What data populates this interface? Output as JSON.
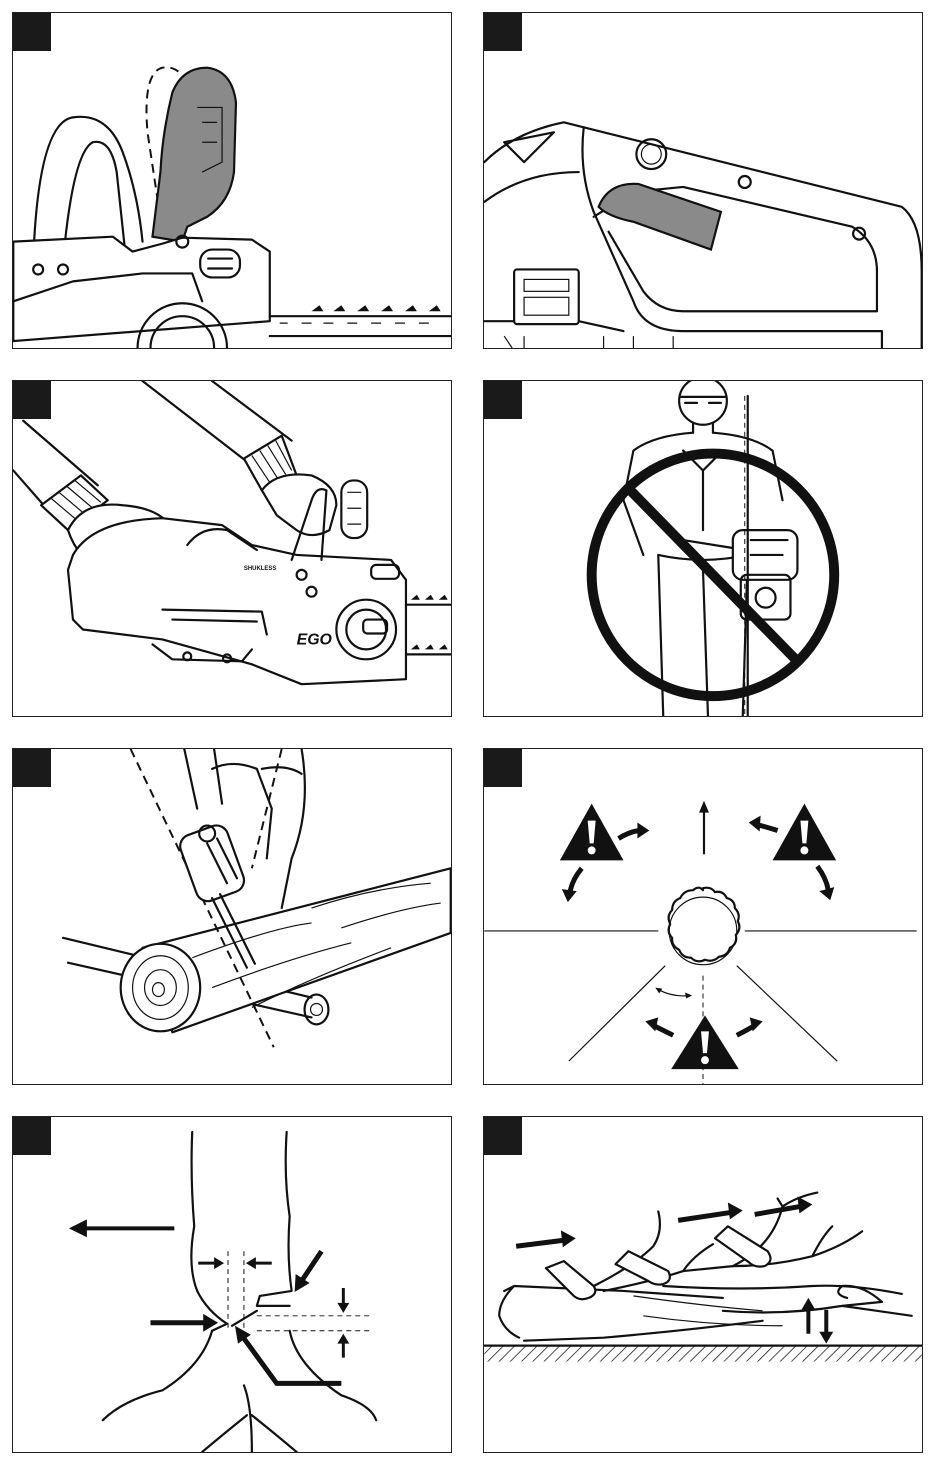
{
  "panels": [
    {
      "id": "p1",
      "subject": "chainsaw-brake-lever"
    },
    {
      "id": "p2",
      "subject": "chainsaw-rear-handle-trigger"
    },
    {
      "id": "p3",
      "subject": "two-hand-grip"
    },
    {
      "id": "p4",
      "subject": "no-one-hand-operation"
    },
    {
      "id": "p5",
      "subject": "cutting-log-stance"
    },
    {
      "id": "p6",
      "subject": "felling-escape-path"
    },
    {
      "id": "p7",
      "subject": "felling-notch-cut"
    },
    {
      "id": "p8",
      "subject": "spring-pole-branch"
    }
  ],
  "brand": {
    "logo_text": "EGO",
    "model_badge": "SHUKLESS"
  },
  "icons": {
    "warning": "warning-triangle-icon",
    "prohibition": "prohibition-circle-icon"
  },
  "colors": {
    "tag": "#1a1a1a",
    "highlight": "#8a8a8a",
    "line": "#111111"
  }
}
